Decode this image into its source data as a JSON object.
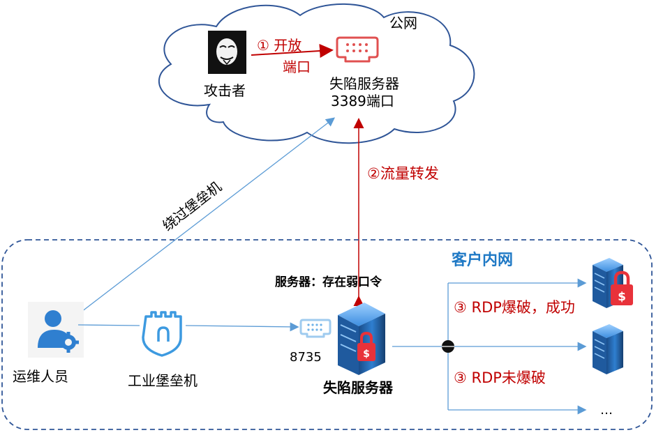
{
  "labels": {
    "public_net": "公网",
    "attacker": "攻击者",
    "open_port_step": "① 开放",
    "open_port_step2": "端口",
    "compromised_public_line1": "失陷服务器",
    "compromised_public_line2": "3389端口",
    "forwarding": "②流量转发",
    "bypass_bastion": "绕过堡垒机",
    "customer_intranet": "客户内网",
    "weak_password": "服务器：存在弱口令",
    "ops_staff": "运维人员",
    "industrial_bastion": "工业堡垒机",
    "port_8735": "8735",
    "compromised_intranet": "失陷服务器",
    "rdp_success": "③ RDP爆破，成功",
    "rdp_not": "③ RDP未爆破",
    "ellipsis": "…"
  },
  "icons": {
    "attacker": "anonymous-mask-icon",
    "port_public": "port-icon",
    "port_intranet": "port-icon",
    "ops": "user-gear-icon",
    "bastion": "castle-shield-icon",
    "server_main": "server-lock-icon",
    "server_success": "server-lock-icon",
    "server_plain": "server-icon"
  },
  "colors": {
    "red": "#c00000",
    "blue_line": "#5b9bd5",
    "title_blue": "#1f79c5",
    "cloud_stroke": "#2f5597",
    "dash_border": "#2f5597"
  }
}
